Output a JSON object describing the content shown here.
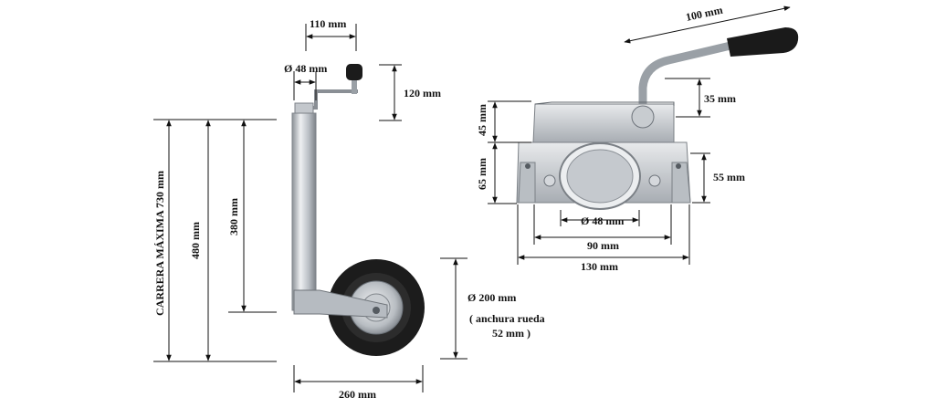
{
  "jack": {
    "dims": {
      "handle_offset": "110 mm",
      "tube_diameter": "Ø 48 mm",
      "handle_height": "120 mm",
      "max_stroke": "CARRERA MÁXIMA 730 mm",
      "total_height": "480 mm",
      "tube_length": "380 mm",
      "wheel_diameter": "Ø 200 mm",
      "wheel_width_line1": "( anchura  rueda",
      "wheel_width_line2": "52 mm )",
      "base_width": "260 mm"
    }
  },
  "clamp": {
    "dims": {
      "handle_length": "100 mm",
      "handle_height": "35 mm",
      "upper_height": "45 mm",
      "lower_height": "65 mm",
      "side_height": "55 mm",
      "bore_diameter": "Ø 48 mm",
      "inner_width": "90 mm",
      "total_width": "130 mm"
    }
  },
  "colors": {
    "steel_light": "#dcdfe3",
    "steel_mid": "#aeb3b9",
    "steel_dark": "#6d737a",
    "rubber": "#1a1a1a",
    "dim_line": "#111111"
  }
}
